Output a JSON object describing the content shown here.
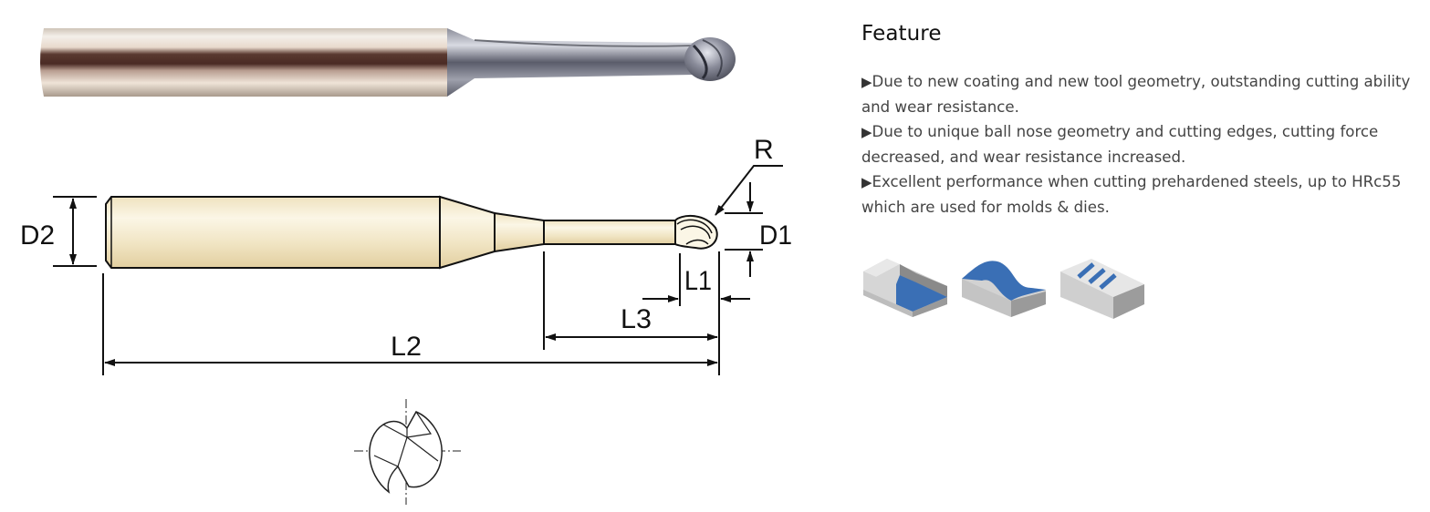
{
  "feature": {
    "title": "Feature",
    "items": [
      {
        "bullet": "▶",
        "text": "Due to new coating and new tool geometry, outstanding cutting ability and wear resistance."
      },
      {
        "bullet": "▶",
        "text": "Due to unique ball nose geometry and cutting edges, cutting force decreased, and wear resistance increased."
      },
      {
        "bullet": "▶",
        "text": "Excellent performance when cutting prehardened steels, up to HRc55 which are used for molds & dies."
      }
    ]
  },
  "diagram": {
    "labels": {
      "R": "R",
      "D1": "D1",
      "D2": "D2",
      "L1": "L1",
      "L2": "L2",
      "L3": "L3"
    }
  },
  "applications": {
    "icons": [
      "shoulder-machining-icon",
      "profile-machining-icon",
      "slotting-icon"
    ]
  },
  "colors": {
    "accent_blue": "#3a6fb5",
    "shank_cream": "#f4ebcf",
    "text": "#444444"
  }
}
